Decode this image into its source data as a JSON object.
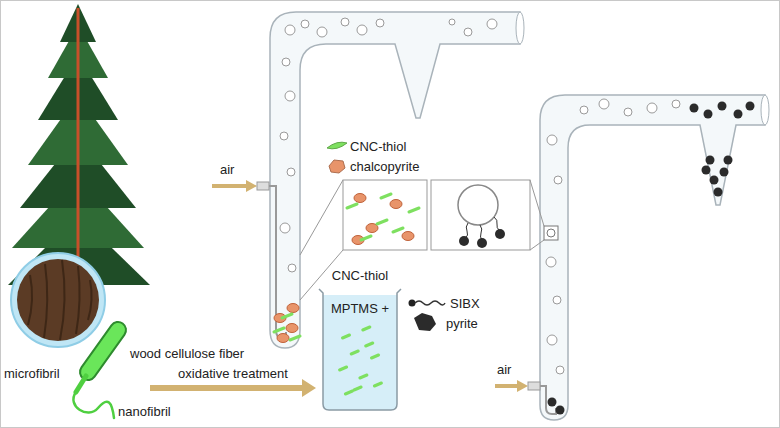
{
  "diagram": {
    "nodes": [
      {
        "text": [
          "CNC-thiol",
          "MPTMS +"
        ]
      }
    ],
    "labels": [
      "air",
      "wood cellulose fiber",
      "microfibril",
      "nanofibril",
      "oxidative treatment",
      "air"
    ],
    "legend": [
      {
        "text": "CNC-thiol",
        "color": "#7ee060"
      },
      {
        "text": "chalcopyrite",
        "color": "#e8946a"
      },
      {
        "text": "SIBX"
      },
      {
        "text": "pyrite"
      }
    ]
  }
}
